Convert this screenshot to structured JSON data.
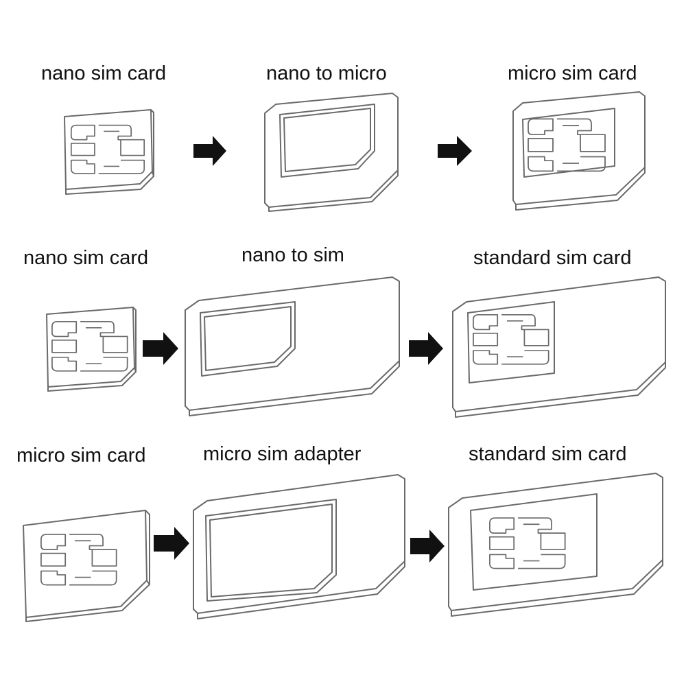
{
  "row1": {
    "left_label": "nano sim card",
    "middle_label": "nano to micro",
    "right_label": "micro sim card"
  },
  "row2": {
    "left_label": "nano sim card",
    "middle_label": "nano to sim",
    "right_label": "standard sim card"
  },
  "row3": {
    "left_label": "micro sim card",
    "middle_label": "micro sim adapter",
    "right_label": "standard sim card"
  },
  "colors": {
    "line": "#6a6a6a",
    "arrow": "#111111",
    "background": "#ffffff"
  }
}
